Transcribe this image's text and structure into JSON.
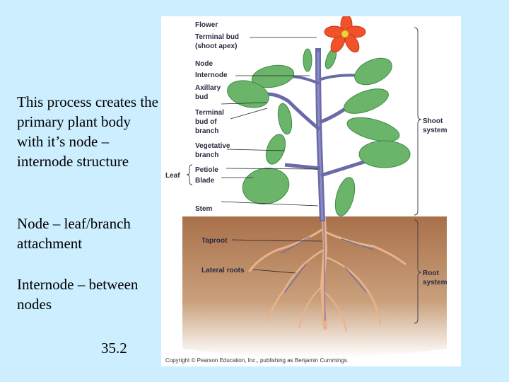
{
  "text": {
    "process": "This process creates the primary plant body with it’s node – internode structure",
    "node": "Node – leaf/branch attachment",
    "internode": "Internode – between nodes",
    "slide_number": "35.2"
  },
  "figure": {
    "labels": {
      "flower": "Flower",
      "terminal_bud_1": "Terminal bud",
      "terminal_bud_2": "(shoot apex)",
      "node": "Node",
      "internode": "Internode",
      "axillary_1": "Axillary",
      "axillary_2": "bud",
      "term_branch_1": "Terminal",
      "term_branch_2": "bud of",
      "term_branch_3": "branch",
      "veg_1": "Vegetative",
      "veg_2": "branch",
      "petiole": "Petiole",
      "blade": "Blade",
      "leaf": "Leaf",
      "stem": "Stem",
      "taproot": "Taproot",
      "lateral_roots": "Lateral roots",
      "shoot_1": "Shoot",
      "shoot_2": "system",
      "root_1": "Root",
      "root_2": "system"
    },
    "copyright": "Copyright © Pearson Education, Inc., publishing as Benjamin Cummings.",
    "colors": {
      "soil": "#b8825c",
      "leaf": "#6ab56a",
      "stem": "#6a6aa8",
      "flower": "#f0522a",
      "root": "#e9b38a"
    }
  }
}
